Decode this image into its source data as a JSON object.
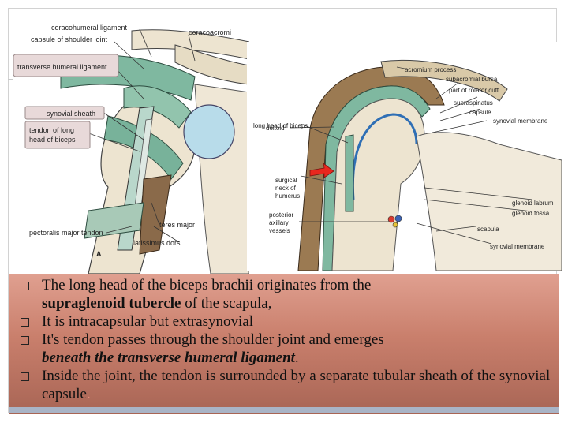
{
  "figure_a": {
    "labels": {
      "coracohumeral": "coracohumeral ligament",
      "coracoacromial": "coracoacromi",
      "capsule": "capsule of shoulder joint",
      "transverse": "transverse humeral ligament",
      "synovial_sheath": "synovial sheath",
      "tendon_long_head": "tendon of long",
      "tendon_long_head_2": "head of biceps",
      "teres_major": "teres major",
      "pectoralis": "pectoralis major tendon",
      "latissimus": "latissimus dorsi",
      "panel_letter": "A"
    }
  },
  "figure_b": {
    "labels": {
      "acromion": "acromium process",
      "deltoid": "deltoid",
      "subacromial": "subacromial bursa",
      "rotator": "part of rotator cuff",
      "supraspinatus": "supraspinatus",
      "capsule": "capsule",
      "synovial_top": "synovial membrane",
      "long_head": "long head of biceps",
      "surgical_1": "surgical",
      "surgical_2": "neck of",
      "surgical_3": "humerus",
      "glenoid_labrum": "glenoid labrum",
      "glenoid_fossa": "glenoid fossa",
      "posterior_1": "posterior",
      "posterior_2": "axillary",
      "posterior_3": "vessels",
      "scapula": "scapula",
      "synovial_bottom": "synovial membrane"
    }
  },
  "bullets": {
    "b1_pre": "The long head of the biceps brachii originates from the",
    "b1_bold": "supraglenoid tubercle",
    "b1_post": " of the scapula,",
    "b2": "It is intracapsular but extrasynovial",
    "b3_pre": "It's tendon passes through the shoulder joint and emerges",
    "b3_bi": "beneath the transverse humeral ligament",
    "b3_post": ".",
    "b4_pre": "Inside the joint, the tendon is surrounded by a separate tubular sheath of the synovial capsule",
    "b4_dot": "."
  },
  "colors": {
    "panel_top": "#e0a090",
    "panel_bottom": "#a86555",
    "ligament_green": "#7fb8a0",
    "bone": "#ede4d0",
    "arrow_red": "#e8271e"
  }
}
